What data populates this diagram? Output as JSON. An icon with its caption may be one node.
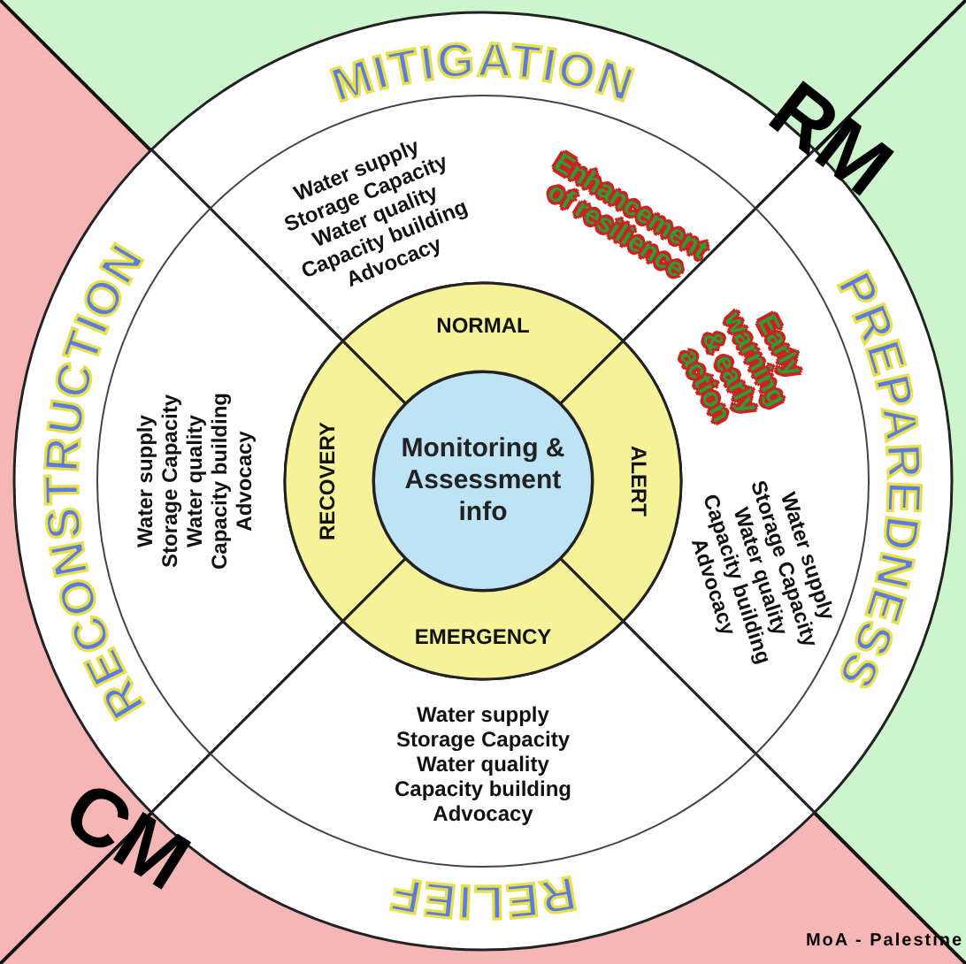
{
  "diagram": {
    "nodes": [
      {
        "text": [
          "MITIGATION",
          "Water supply",
          "Storage Capacity",
          "Water quality",
          "Capacity building",
          "Advocacy",
          "Enhancement of resilience"
        ]
      },
      {
        "text": [
          "PREPAREDNESS",
          "Water supply",
          "Storage Capacity",
          "Water quality",
          "Capacity building",
          "Advocacy",
          "Early warning & early action"
        ]
      },
      {
        "text": [
          "RECONSTRUCTION",
          "Water supply",
          "Storage Capacity",
          "Water quality",
          "Capacity building",
          "Advocacy"
        ]
      },
      {
        "text": [
          "RELIEF",
          "Water supply",
          "Storage Capacity",
          "Water quality",
          "Capacity building",
          "Advocacy"
        ]
      },
      {
        "text": [
          "NORMAL"
        ]
      },
      {
        "text": [
          "RECOVERY"
        ]
      },
      {
        "text": [
          "ALERT"
        ]
      },
      {
        "text": [
          "EMERGENCY"
        ]
      },
      {
        "text": [
          "Monitoring & Assessment info"
        ]
      }
    ],
    "labels": [
      "RM",
      "CM",
      "MoA - Palestine"
    ]
  }
}
